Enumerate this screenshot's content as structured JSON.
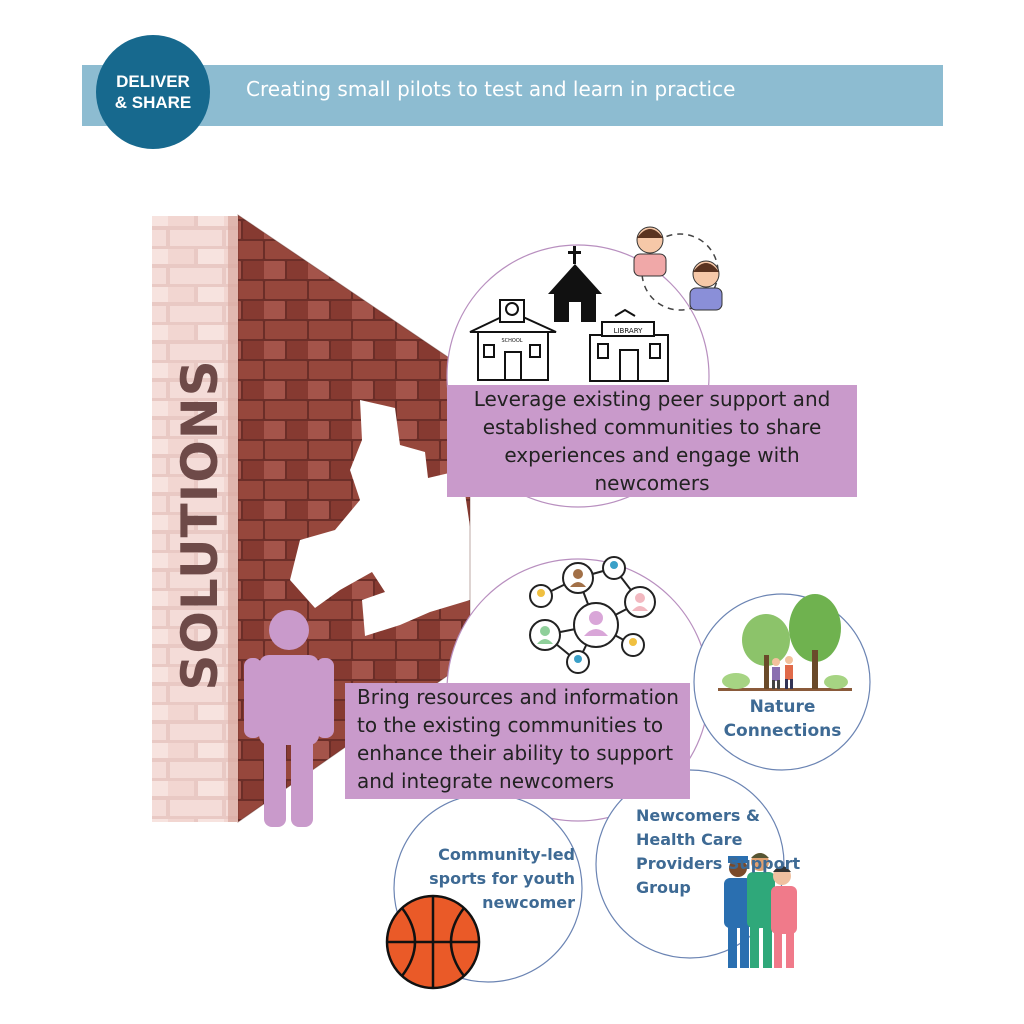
{
  "header": {
    "badge_line1": "DELIVER",
    "badge_line2": "& SHARE",
    "tagline": "Creating small pilots to test and learn in practice"
  },
  "wall": {
    "label": "SOLUTIONS"
  },
  "solutions": [
    {
      "text": "Leverage existing peer support and established communities to share experiences and engage with newcomers",
      "icons": [
        "school-icon",
        "church-icon",
        "library-icon",
        "peer-pair-icon"
      ],
      "icon_labels": {
        "school": "SCHOOL",
        "library": "LIBRARY"
      }
    },
    {
      "text": "Bring resources and information to the existing communities to enhance their ability to support and integrate newcomers",
      "icons": [
        "people-network-icon"
      ]
    }
  ],
  "initiatives": [
    {
      "name": "Nature Connections",
      "icon": "park-walkers-icon"
    },
    {
      "name": "Community-led sports for youth newcomer",
      "icon": "basketball-icon"
    },
    {
      "name": "Newcomers & Health Care Providers Support Group",
      "icon": "health-workers-icon"
    }
  ],
  "colors": {
    "banner": "#8dbcd1",
    "badge": "#17698e",
    "callout": "#c99acb",
    "brick": "#8a4036",
    "person": "#c99acb",
    "initiative_text": "#3e6a94"
  }
}
